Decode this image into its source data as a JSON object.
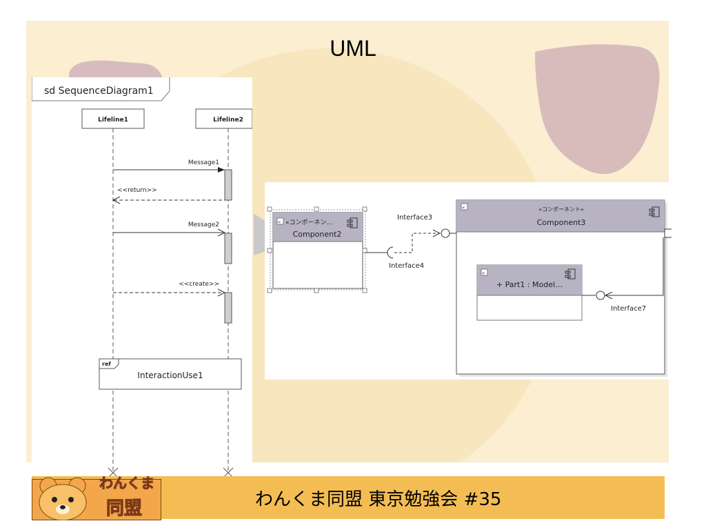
{
  "slide": {
    "title": "UML",
    "footer_text": "わんくま同盟 東京勉強会 #35"
  },
  "logo": {
    "line1": "わんくま",
    "line2": "同盟"
  },
  "sequence_diagram": {
    "frame_label": "sd SequenceDiagram1",
    "lifelines": [
      "Lifeline1",
      "Lifeline2"
    ],
    "messages": [
      "Message1",
      "<<return>>",
      "Message2",
      "<<create>>"
    ],
    "interaction_use": {
      "tag": "ref",
      "label": "InteractionUse1"
    }
  },
  "component_diagram": {
    "component2": {
      "stereotype": "«コンポーネン…",
      "name": "Component2"
    },
    "component3": {
      "stereotype": "«コンポーネント»",
      "name": "Component3"
    },
    "part1": {
      "label": "+ Part1 : Model…"
    },
    "interfaces": [
      "Interface3",
      "Interface4",
      "Interface7"
    ]
  },
  "colors": {
    "slide_background": "#fbeed1",
    "footer_bar": "#f4bd54",
    "accent_blob": "#d8bcbc",
    "component_header": "#b7b3c3"
  }
}
